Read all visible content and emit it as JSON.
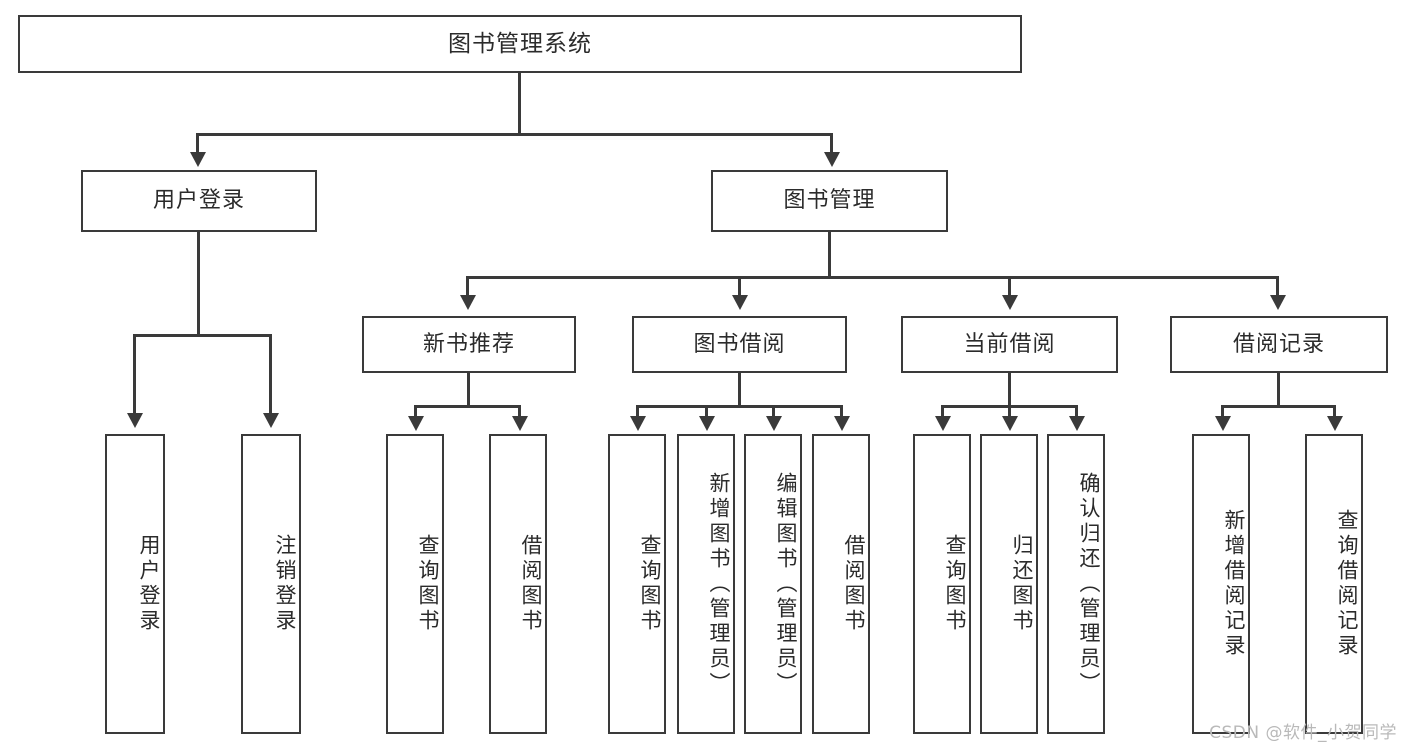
{
  "diagram": {
    "title": "图书管理系统",
    "type": "功能结构图",
    "watermark": "CSDN @软件_小贺同学",
    "line_color": "#3a3a3a",
    "box_fill": "#ffffff",
    "text_color": "#2b2b2b",
    "watermark_color": "#b9b9b9"
  },
  "root": {
    "label": "图书管理系统"
  },
  "level2": [
    {
      "id": "user-login",
      "label": "用户登录"
    },
    {
      "id": "book-manage",
      "label": "图书管理"
    }
  ],
  "level3": [
    {
      "id": "new-book-recommend",
      "label": "新书推荐"
    },
    {
      "id": "book-borrow",
      "label": "图书借阅"
    },
    {
      "id": "current-borrow",
      "label": "当前借阅"
    },
    {
      "id": "borrow-record",
      "label": "借阅记录"
    }
  ],
  "leaves": {
    "user_login": [
      {
        "id": "leaf-user-login",
        "label": "用户登录"
      },
      {
        "id": "leaf-logout",
        "label": "注销登录"
      }
    ],
    "new_book_recommend": [
      {
        "id": "leaf-query-book-1",
        "label": "查询图书"
      },
      {
        "id": "leaf-borrow-book-1",
        "label": "借阅图书"
      }
    ],
    "book_borrow": [
      {
        "id": "leaf-query-book-2",
        "label": "查询图书"
      },
      {
        "id": "leaf-add-book",
        "label": "新增图书（管理员）"
      },
      {
        "id": "leaf-edit-book",
        "label": "编辑图书（管理员）"
      },
      {
        "id": "leaf-borrow-book-2",
        "label": "借阅图书"
      }
    ],
    "current_borrow": [
      {
        "id": "leaf-query-book-3",
        "label": "查询图书"
      },
      {
        "id": "leaf-return-book",
        "label": "归还图书"
      },
      {
        "id": "leaf-confirm-return",
        "label": "确认归还（管理员）"
      }
    ],
    "borrow_record": [
      {
        "id": "leaf-add-record",
        "label": "新增借阅记录"
      },
      {
        "id": "leaf-query-record",
        "label": "查询借阅记录"
      }
    ]
  }
}
